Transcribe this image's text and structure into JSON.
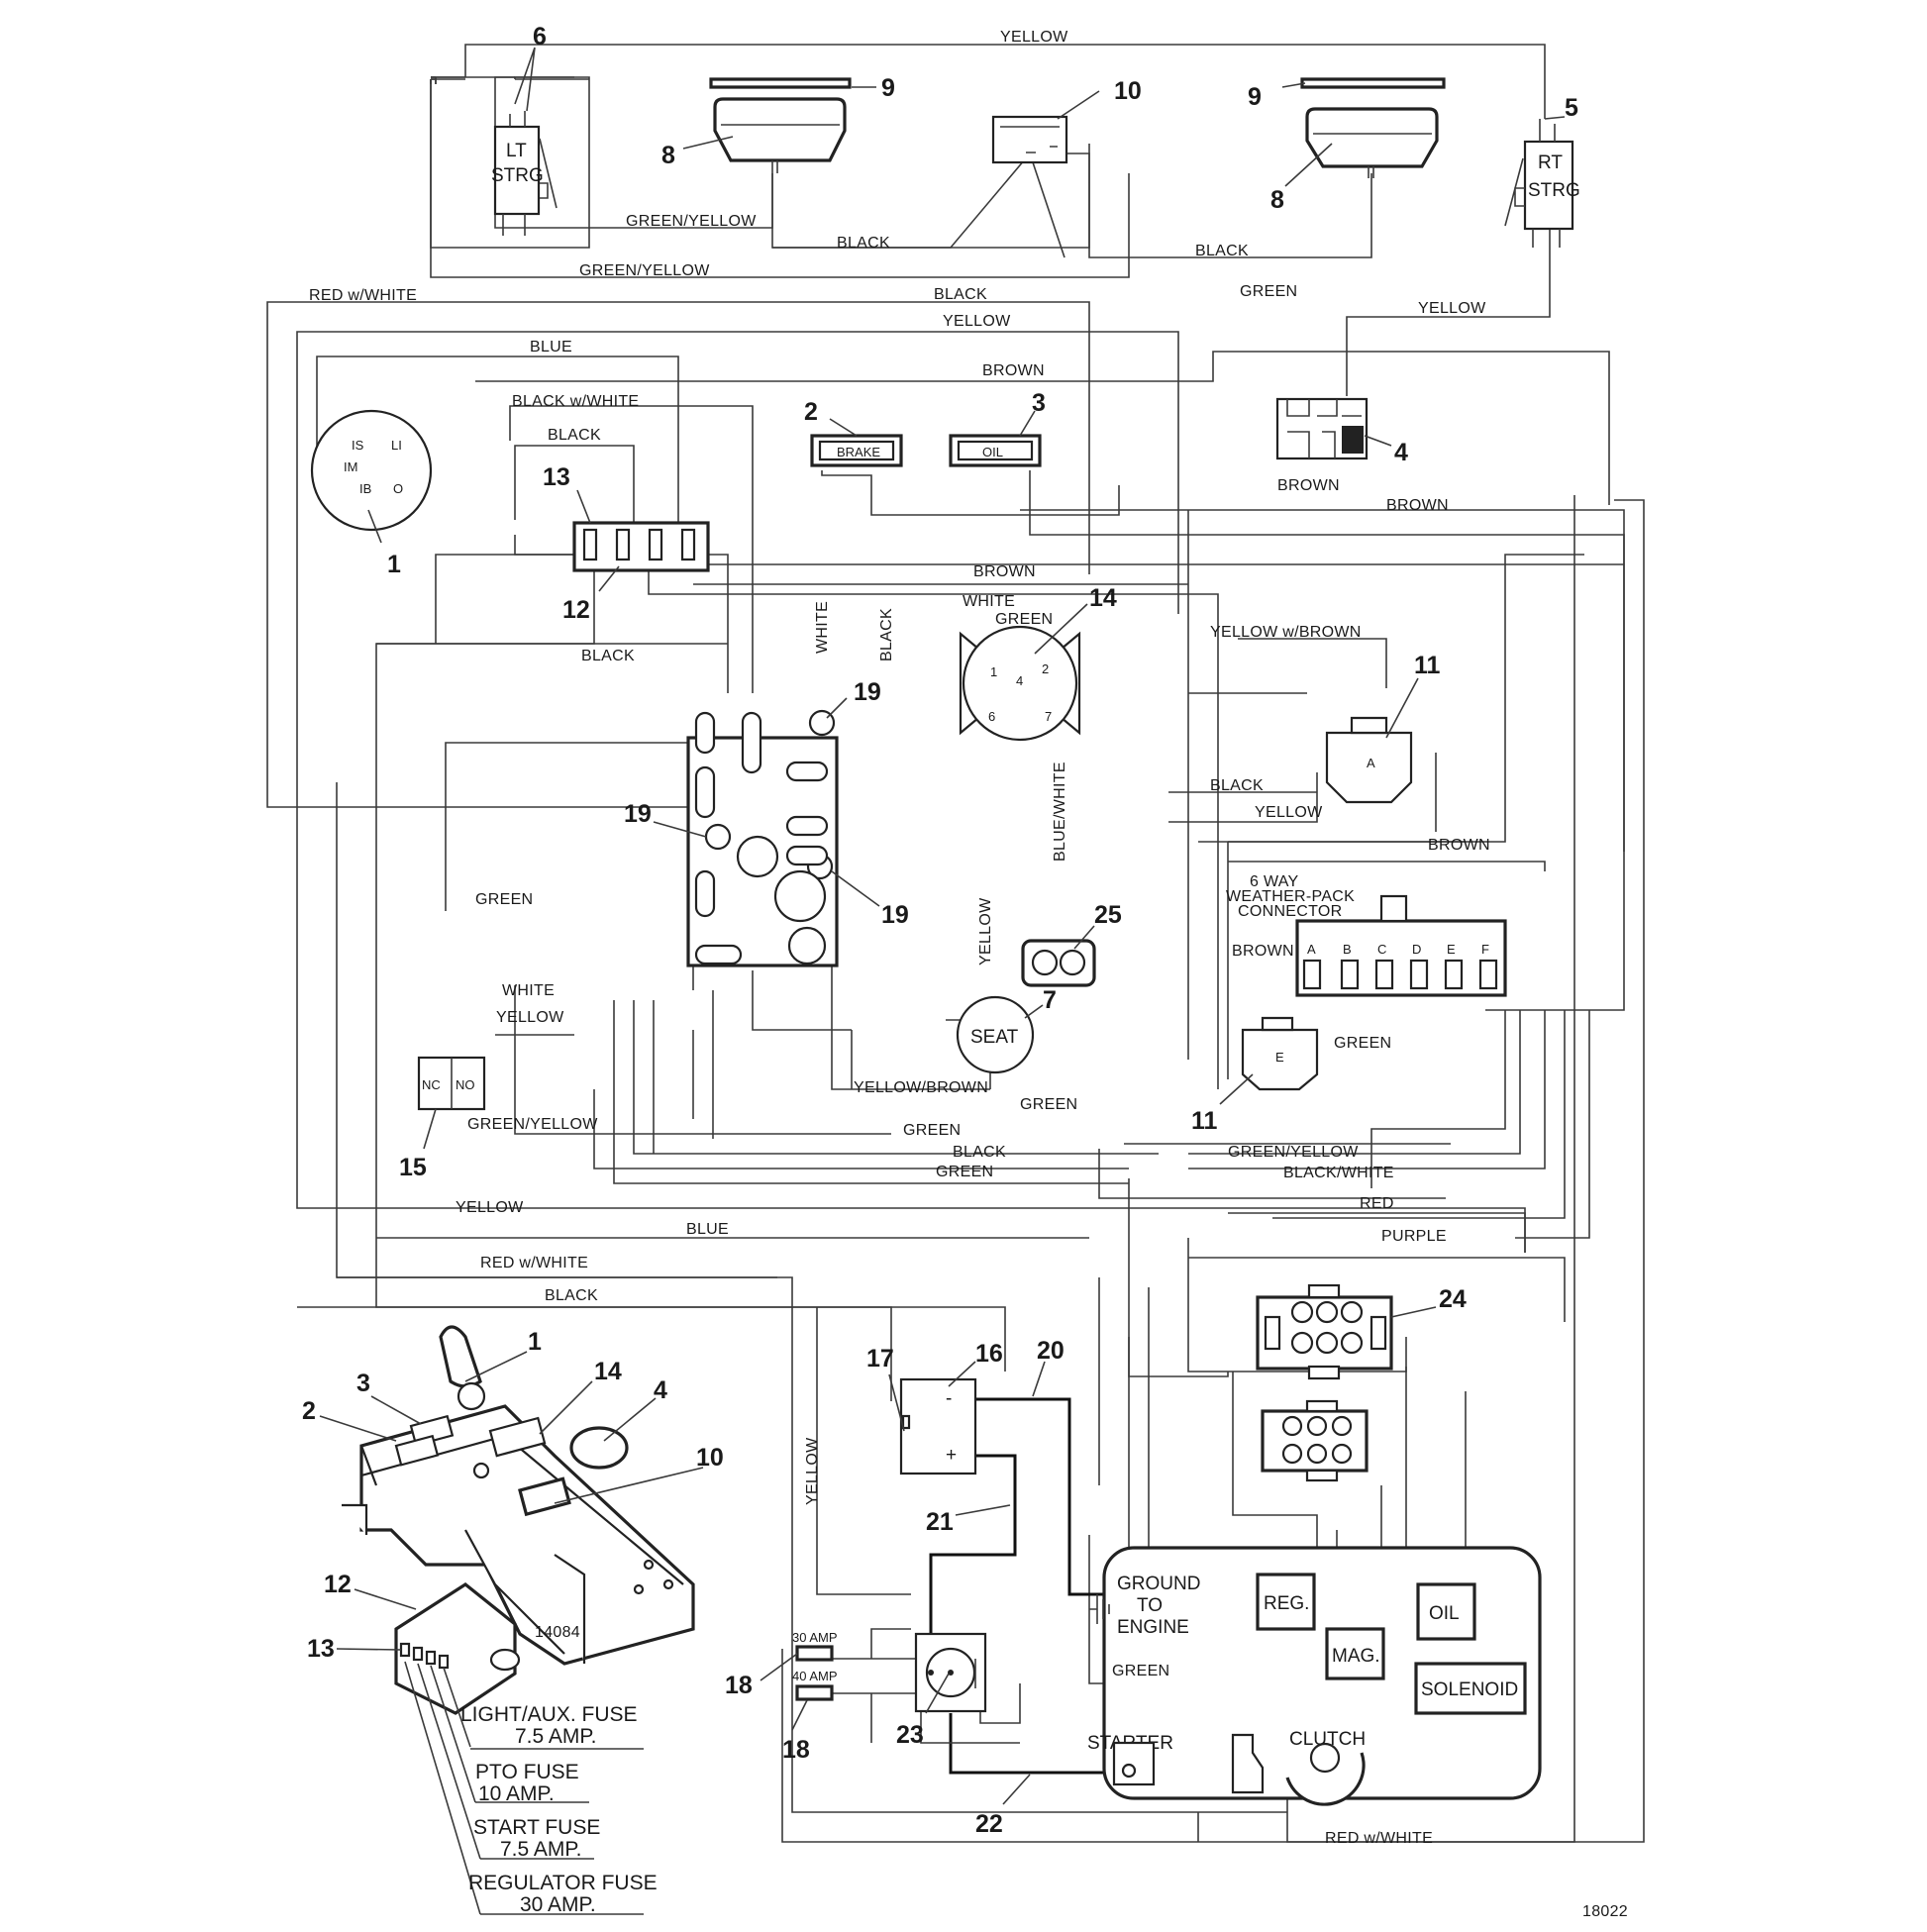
{
  "wire_labels": {
    "yellow_top": "YELLOW",
    "green_yellow_1": "GREEN/YELLOW",
    "black_1": "BLACK",
    "black_2": "BLACK",
    "green_yellow_2": "GREEN/YELLOW",
    "red_white_1": "RED w/WHITE",
    "black_3": "BLACK",
    "green_1": "GREEN",
    "yellow_2": "YELLOW",
    "yellow_3": "YELLOW",
    "blue_1": "BLUE",
    "brown_1": "BROWN",
    "black_white_1": "BLACK w/WHITE",
    "black_4": "BLACK",
    "brown_2": "BROWN",
    "brown_3": "BROWN",
    "brown_4": "BROWN",
    "white_1": "WHITE",
    "green_2": "GREEN",
    "white_v": "WHITE",
    "black_v": "BLACK",
    "black_5": "BLACK",
    "yellow_brown_1": "YELLOW w/BROWN",
    "black_6": "BLACK",
    "yellow_4": "YELLOW",
    "brown_5": "BROWN",
    "blue_white_v": "BLUE/WHITE",
    "green_3": "GREEN",
    "yellow_v": "YELLOW",
    "white_2": "WHITE",
    "yellow_5": "YELLOW",
    "brown_6": "BROWN",
    "green_4": "GREEN",
    "yellow_brown_2": "YELLOW/BROWN",
    "green_5": "GREEN",
    "green_yellow_3": "GREEN/YELLOW",
    "green_6": "GREEN",
    "black_7": "BLACK",
    "green_7": "GREEN",
    "green_yellow_4": "GREEN/YELLOW",
    "black_white_2": "BLACK/WHITE",
    "yellow_6": "YELLOW",
    "red_1": "RED",
    "blue_2": "BLUE",
    "purple_1": "PURPLE",
    "red_white_2": "RED w/WHITE",
    "black_8": "BLACK",
    "yellow_v2": "YELLOW",
    "green_8": "GREEN",
    "red_white_3": "RED w/WHITE"
  },
  "components": {
    "lt_strg_1": "LT",
    "lt_strg_2": "STRG",
    "rt_strg_1": "RT",
    "rt_strg_2": "STRG",
    "brake": "BRAKE",
    "oil_switch": "OIL",
    "seat": "SEAT",
    "nc": "NC",
    "no": "NO",
    "weather_pack_1": "6 WAY",
    "weather_pack_2": "WEATHER-PACK",
    "weather_pack_3": "CONNECTOR",
    "pins": [
      "A",
      "B",
      "C",
      "D",
      "E",
      "F"
    ],
    "ground_1": "GROUND",
    "ground_2": "TO",
    "ground_3": "ENGINE",
    "reg": "REG.",
    "oil_engine": "OIL",
    "mag": "MAG.",
    "solenoid": "SOLENOID",
    "starter": "STARTER",
    "clutch": "CLUTCH",
    "amp_30": "30 AMP",
    "amp_40": "40 AMP",
    "key_is": "IS",
    "key_li": "LI",
    "key_im": "IM",
    "key_ib": "IB",
    "key_o": "O",
    "relay_a": "A",
    "relay_e": "E",
    "minus": "-",
    "plus": "+",
    "sw14_1": "1",
    "sw14_2": "2",
    "sw14_4": "4",
    "sw14_6": "6",
    "sw14_7": "7"
  },
  "callouts": {
    "n1": "1",
    "n2": "2",
    "n3": "3",
    "n4": "4",
    "n5": "5",
    "n6": "6",
    "n7": "7",
    "n8a": "8",
    "n8b": "8",
    "n9a": "9",
    "n9b": "9",
    "n10": "10",
    "n11a": "11",
    "n11b": "11",
    "n12": "12",
    "n13": "13",
    "n14": "14",
    "n15": "15",
    "n16": "16",
    "n17": "17",
    "n18a": "18",
    "n18b": "18",
    "n19a": "19",
    "n19b": "19",
    "n19c": "19",
    "n20": "20",
    "n21": "21",
    "n22": "22",
    "n23": "23",
    "n24": "24",
    "n25": "25"
  },
  "inset": {
    "n1": "1",
    "n2": "2",
    "n3": "3",
    "n4": "4",
    "n10": "10",
    "n12": "12",
    "n13": "13",
    "n14": "14",
    "figure_id": "14084"
  },
  "fuses": {
    "f1_name": "LIGHT/AUX. FUSE",
    "f1_amp": "7.5 AMP.",
    "f2_name": "PTO FUSE",
    "f2_amp": "10 AMP.",
    "f3_name": "START FUSE",
    "f3_amp": "7.5 AMP.",
    "f4_name": "REGULATOR FUSE",
    "f4_amp": "30 AMP."
  },
  "figure_number": "18022"
}
